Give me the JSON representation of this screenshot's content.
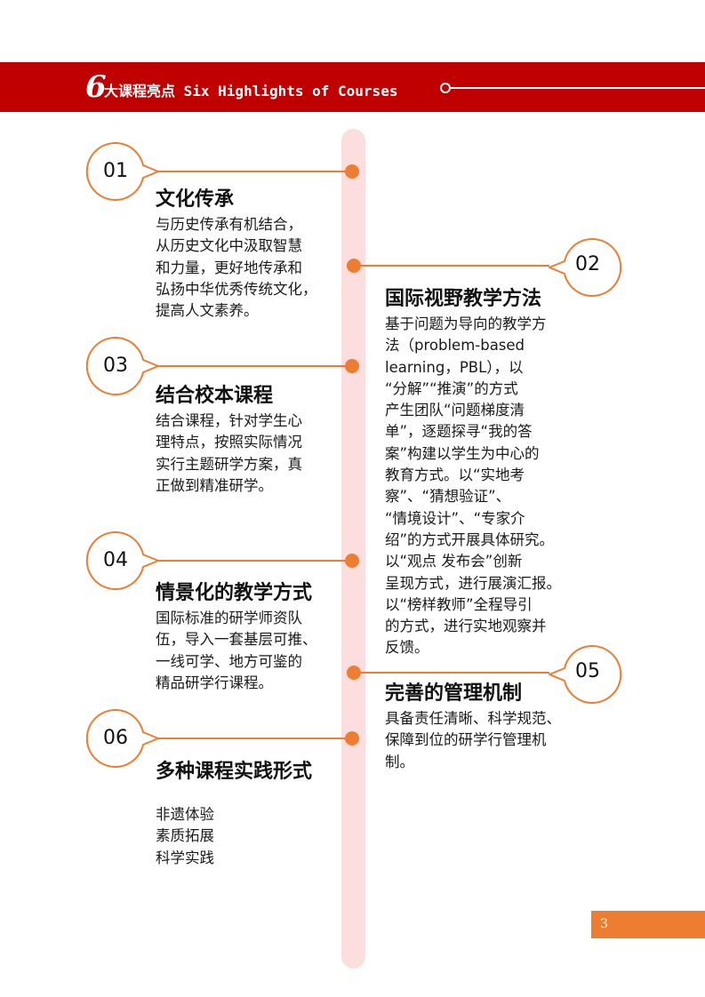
{
  "header": {
    "number": "6",
    "title": "大课程亮点 Six Highlights of Courses"
  },
  "highlights": [
    {
      "num": "01",
      "title": "文化传承",
      "lines": [
        "与历史传承有机结合，",
        "从历史文化中汲取智慧",
        "和力量，更好地传承和",
        "弘扬中华优秀传统文化，",
        "提高人文素养。"
      ]
    },
    {
      "num": "02",
      "title": "国际视野教学方法",
      "lines": [
        "基于问题为导向的教学方",
        "法（problem-based",
        "learning，PBL），以",
        "“分解”“推演”的方式",
        "产生团队“问题梯度清",
        "单”，逐题探寻“我的答",
        "案”构建以学生为中心的",
        "教育方式。以“实地考",
        "察”、“猜想验证”、",
        "“情境设计”、“专家介",
        "绍”的方式开展具体研究。",
        "以“观点 发布会”创新",
        "呈现方式，进行展演汇报。",
        "以“榜样教师”全程导引",
        "的方式，进行实地观察并",
        "反馈。"
      ]
    },
    {
      "num": "03",
      "title": "结合校本课程",
      "lines": [
        "结合课程，针对学生心",
        "理特点，按照实际情况",
        "实行主题研学方案，真",
        "正做到精准研学。"
      ]
    },
    {
      "num": "04",
      "title": "情景化的教学方式",
      "lines": [
        "国际标准的研学师资队",
        "伍，导入一套基层可推、",
        "一线可学、地方可鉴的",
        "精品研学行课程。"
      ]
    },
    {
      "num": "05",
      "title": "完善的管理机制",
      "lines": [
        "具备责任清晰、科学规范、",
        "保障到位的研学行管理机",
        "制。"
      ]
    },
    {
      "num": "06",
      "title": "多种课程实践形式",
      "lines": [
        "非遗体验",
        "素质拓展",
        "科学实践"
      ]
    }
  ],
  "footer": {
    "page": "3"
  },
  "colors": {
    "banner": "#c00000",
    "accent": "#ed7d31",
    "spine": "#fcdede"
  }
}
